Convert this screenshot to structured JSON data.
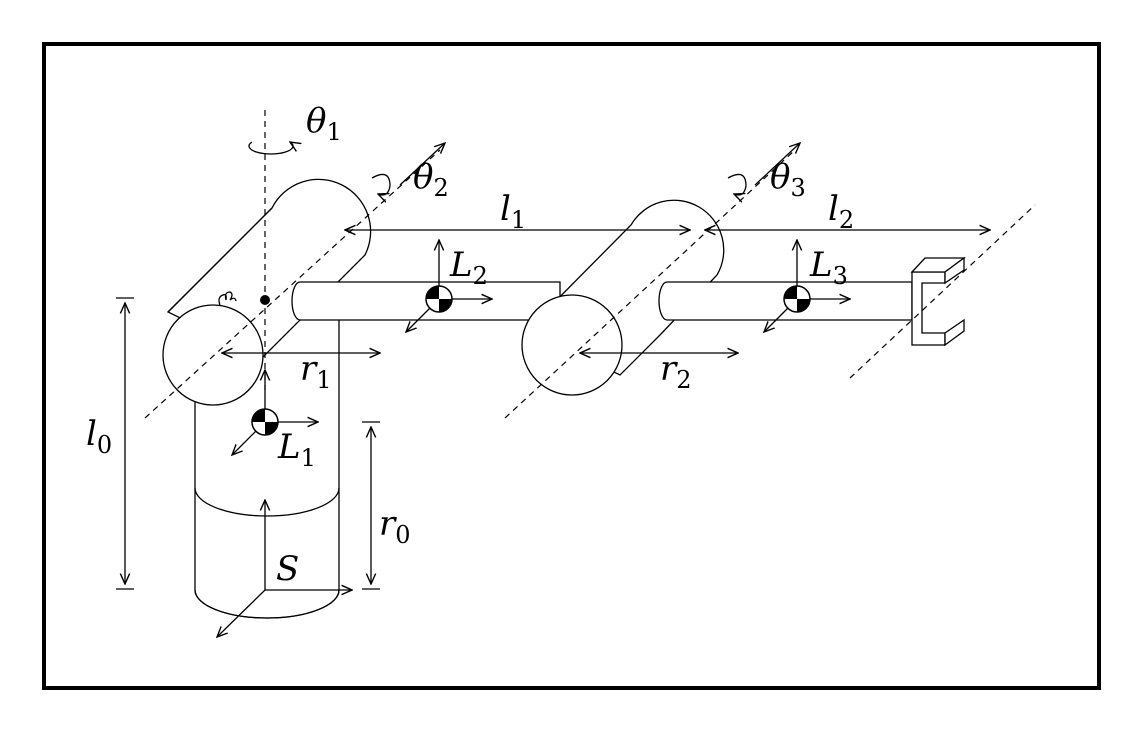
{
  "labels": {
    "theta1": {
      "sym": "θ",
      "sub": "1"
    },
    "theta2": {
      "sym": "θ",
      "sub": "2"
    },
    "theta3": {
      "sym": "θ",
      "sub": "3"
    },
    "l0": {
      "sym": "l",
      "sub": "0"
    },
    "l1": {
      "sym": "l",
      "sub": "1"
    },
    "l2": {
      "sym": "l",
      "sub": "2"
    },
    "r0": {
      "sym": "r",
      "sub": "0"
    },
    "r1": {
      "sym": "r",
      "sub": "1"
    },
    "r2": {
      "sym": "r",
      "sub": "2"
    },
    "L1": {
      "sym": "L",
      "sub": "1"
    },
    "L2": {
      "sym": "L",
      "sub": "2"
    },
    "L3": {
      "sym": "L",
      "sub": "3"
    },
    "S": {
      "sym": "S",
      "sub": ""
    }
  }
}
